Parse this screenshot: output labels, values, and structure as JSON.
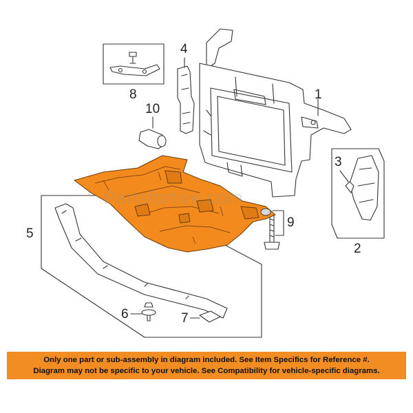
{
  "callouts": {
    "c1": "1",
    "c2": "2",
    "c3": "3",
    "c4": "4",
    "c5": "5",
    "c6": "6",
    "c7": "7",
    "c8": "8",
    "c9": "9",
    "c10": "10"
  },
  "watermark": "Partsfortive.com",
  "notice": {
    "line1": "Only one part or sub-assembly in diagram included. See Item Specifics for Reference #.",
    "line2": "Diagram may not be specific to your vehicle. See Compatibility for vehicle-specific diagrams."
  },
  "colors": {
    "highlight_part": "#f28a1e",
    "notice_bg": "#f28d24",
    "line_art": "#333333"
  }
}
